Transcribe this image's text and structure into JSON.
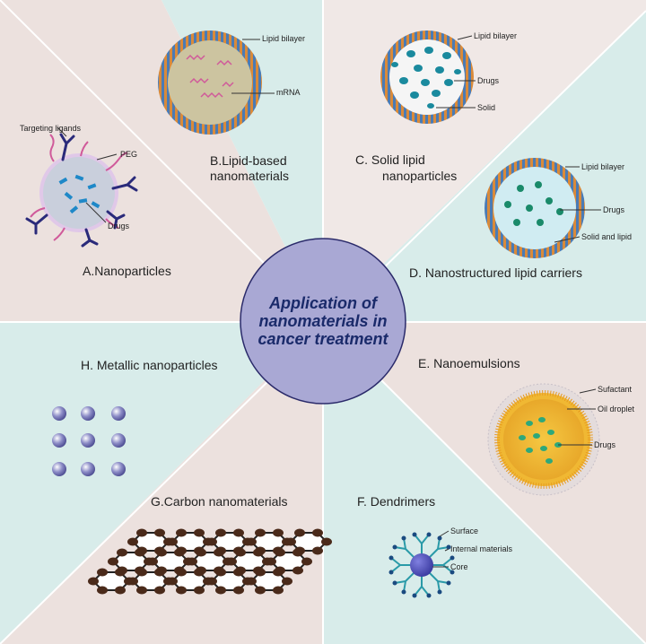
{
  "center": {
    "lines": [
      "Application of",
      "nanomaterials in",
      "cancer treatment"
    ]
  },
  "sections": {
    "a": {
      "title": "A.Nanoparticles",
      "labels": [
        "Targeting ligands",
        "PEG",
        "Drugs"
      ]
    },
    "b": {
      "title_lines": [
        "B.Lipid-based",
        "nanomaterials"
      ],
      "labels": [
        "Lipid bilayer",
        "mRNA"
      ]
    },
    "c": {
      "title_lines": [
        "C.  Solid  lipid",
        "nanoparticles"
      ],
      "labels": [
        "Lipid bilayer",
        "Drugs",
        "Solid"
      ]
    },
    "d": {
      "title": "D.  Nanostructured lipid carriers",
      "labels": [
        "Lipid bilayer",
        "Drugs",
        "Solid and lipid"
      ]
    },
    "e": {
      "title": "E.  Nanoemulsions",
      "labels": [
        "Sufactant",
        "Oil droplet",
        "Drugs"
      ]
    },
    "f": {
      "title": "F.  Dendrimers",
      "labels": [
        "Surface",
        "Internal materials",
        "Core"
      ]
    },
    "g": {
      "title": "G.Carbon nanomaterials"
    },
    "h": {
      "title": "H.  Metallic nanoparticles"
    }
  },
  "colors": {
    "pink": "#ece1de",
    "blue": "#d8ecea",
    "center": "#a9a8d4",
    "lipid_head": "#4a7bb5",
    "drug": "#1a8a9e"
  }
}
